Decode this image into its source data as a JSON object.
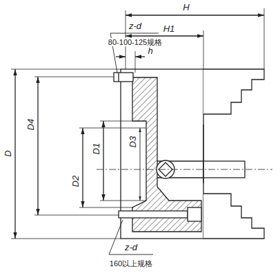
{
  "diagram": {
    "labels": [
      "H",
      "H1",
      "h",
      "z-d",
      "80-100-125规格",
      "D",
      "D4",
      "D2",
      "D1",
      "D3",
      "z-d",
      "160以上规格"
    ]
  }
}
